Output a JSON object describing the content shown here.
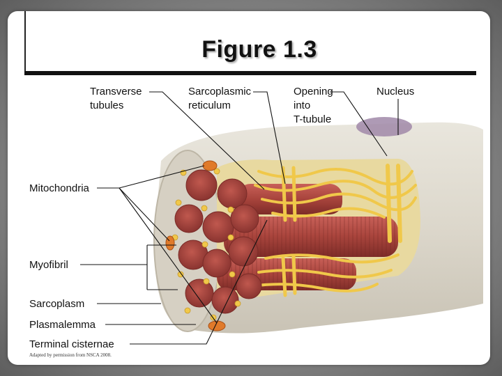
{
  "slide": {
    "title": "Figure 1.3"
  },
  "labels": {
    "transverse_1": "Transverse",
    "transverse_2": "tubules",
    "sarco_ret_1": "Sarcoplasmic",
    "sarco_ret_2": "reticulum",
    "opening_1": "Opening",
    "opening_2": "into",
    "opening_3": "T-tubule",
    "nucleus": "Nucleus",
    "mitochondria": "Mitochondria",
    "myofibril": "Myofibril",
    "sarcoplasm": "Sarcoplasm",
    "plasmalemma": "Plasmalemma",
    "terminal_cisternae": "Terminal cisternae"
  },
  "credit": "Adapted by permission from NSCA 2008.",
  "colors": {
    "membrane": "#ddd9cf",
    "myofibril": "#a8443c",
    "reticulum": "#f0c84a",
    "mitochondria": "#e07a2a",
    "nucleus": "#a088a8"
  }
}
